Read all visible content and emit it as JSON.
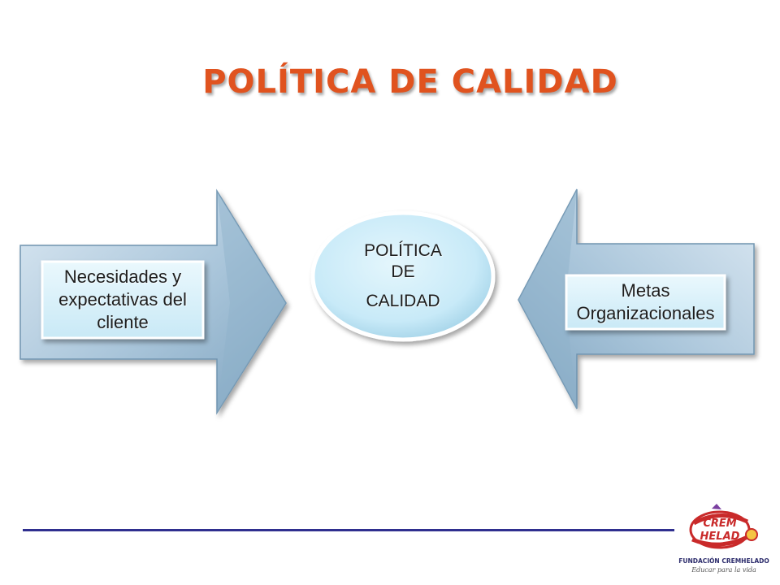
{
  "title": "POLÍTICA DE CALIDAD",
  "diagram": {
    "left_box": {
      "lines": [
        "Necesidades y",
        "expectativas del",
        "cliente"
      ]
    },
    "center": {
      "lines": [
        "POLÍTICA",
        "DE",
        "CALIDAD"
      ]
    },
    "right_box": {
      "lines": [
        "Metas",
        "Organizacionales"
      ]
    }
  },
  "logo": {
    "brand_text": "CREM HELADO",
    "org_name": "FUNDACIÓN CREMHELADO",
    "tagline": "Educar para la vida"
  },
  "colors": {
    "title": "#e0531f",
    "arrow_light": "#c8dcea",
    "arrow_dark": "#7ea3bf",
    "box_fill": "#d7f0fb",
    "footer_line": "#2f2f8f"
  }
}
